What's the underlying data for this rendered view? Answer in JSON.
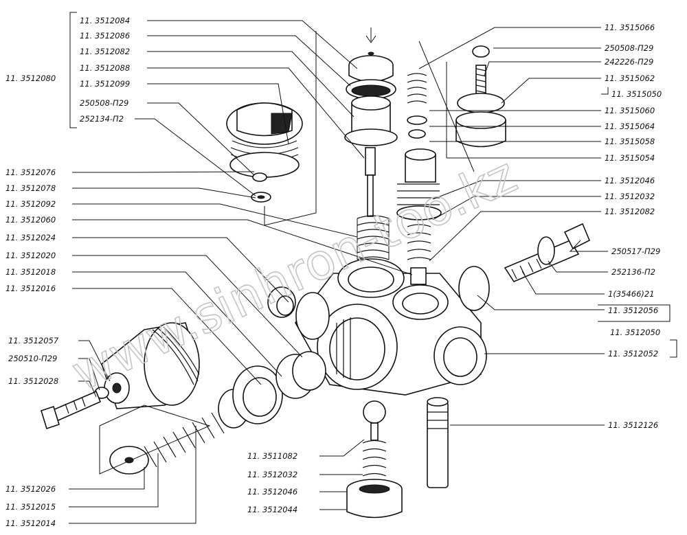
{
  "labels": {
    "l_3512084": "11. 3512084",
    "l_3512086": "11. 3512086",
    "l_3512082a": "11. 3512082",
    "l_3512088": "11. 3512088",
    "l_3512099": "11. 3512099",
    "l_250508a": "250508-П29",
    "l_252134": "252134-П2",
    "l_3512080": "11. 3512080",
    "l_3512076": "11. 3512076",
    "l_3512078": "11. 3512078",
    "l_3512092": "11. 3512092",
    "l_3512060": "11. 3512060",
    "l_3512024": "11. 3512024",
    "l_3512020": "11. 3512020",
    "l_3512018": "11. 3512018",
    "l_3512016": "11. 3512016",
    "l_3512057": "11. 3512057",
    "l_250510": "250510-П29",
    "l_3512028": "11. 3512028",
    "l_3512026": "11. 3512026",
    "l_3512015": "11. 3512015",
    "l_3512014": "11. 3512014",
    "l_3515066": "11. 3515066",
    "l_250508b": "250508-П29",
    "l_242226": "242226-П29",
    "l_3515062": "11. 3515062",
    "l_3515050": "11. 3515050",
    "l_3515060": "11. 3515060",
    "l_3515064": "11. 3515064",
    "l_3515058": "11. 3515058",
    "l_3515054": "11. 3515054",
    "l_3512046a": "11. 3512046",
    "l_3512032a": "11. 3512032",
    "l_3512082b": "11. 3512082",
    "l_250517": "250517-П29",
    "l_252136": "252136-П2",
    "l_35466": "1(35466)21",
    "l_3512056": "11. 3512056",
    "l_3512050": "11. 3512050",
    "l_3512052": "11. 3512052",
    "l_3512126": "11. 3512126",
    "l_3511082": "11. 3511082",
    "l_3512032b": "11. 3512032",
    "l_3512046b": "11. 3512046",
    "l_3512044": "11. 3512044"
  },
  "watermark": {
    "text": "www.sinhron-too.kz",
    "color": "#c4c4c4"
  }
}
